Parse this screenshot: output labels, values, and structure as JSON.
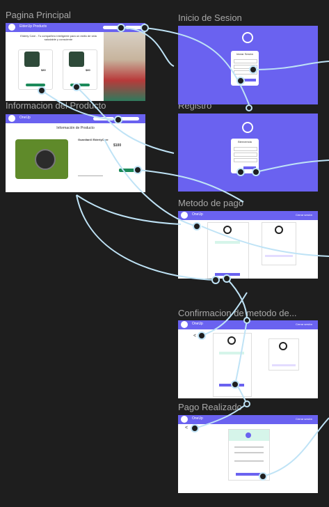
{
  "frames": {
    "pagina_principal": {
      "label": "Pagina Principal",
      "app_name": "ElderUp Products",
      "intro": "Elderly Care - Tu compañero inteligente para un estilo de vida saludable y consciente",
      "product_price_1": "$80",
      "product_price_2": "$80"
    },
    "inicio_sesion": {
      "label": "Inicio de Sesion",
      "form_title": "Iniciar Sesión"
    },
    "informacion_producto": {
      "label": "Informacion del Producto",
      "app_name": "OneUp",
      "title": "Información de Producto",
      "product_name": "GuardianX ElderlyCare",
      "price": "$100"
    },
    "registro": {
      "label": "Registro",
      "form_title": "Bienvenida"
    },
    "metodo_pago": {
      "label": "Metodo de pago",
      "app_name": "OneUp",
      "right": "Cerrar sesión"
    },
    "confirmacion": {
      "label": "Confirmacion de metodo de...",
      "app_name": "OneUp",
      "right": "Cerrar sesión",
      "back": "<"
    },
    "pago_realizado": {
      "label": "Pago Realizado",
      "app_name": "OneUp",
      "right": "Cerrar sesión",
      "back": "<"
    }
  },
  "colors": {
    "canvas": "#1e1e1e",
    "primary": "#6a62f0",
    "wire": "#bfe3f6",
    "label": "#a8a8a8"
  }
}
